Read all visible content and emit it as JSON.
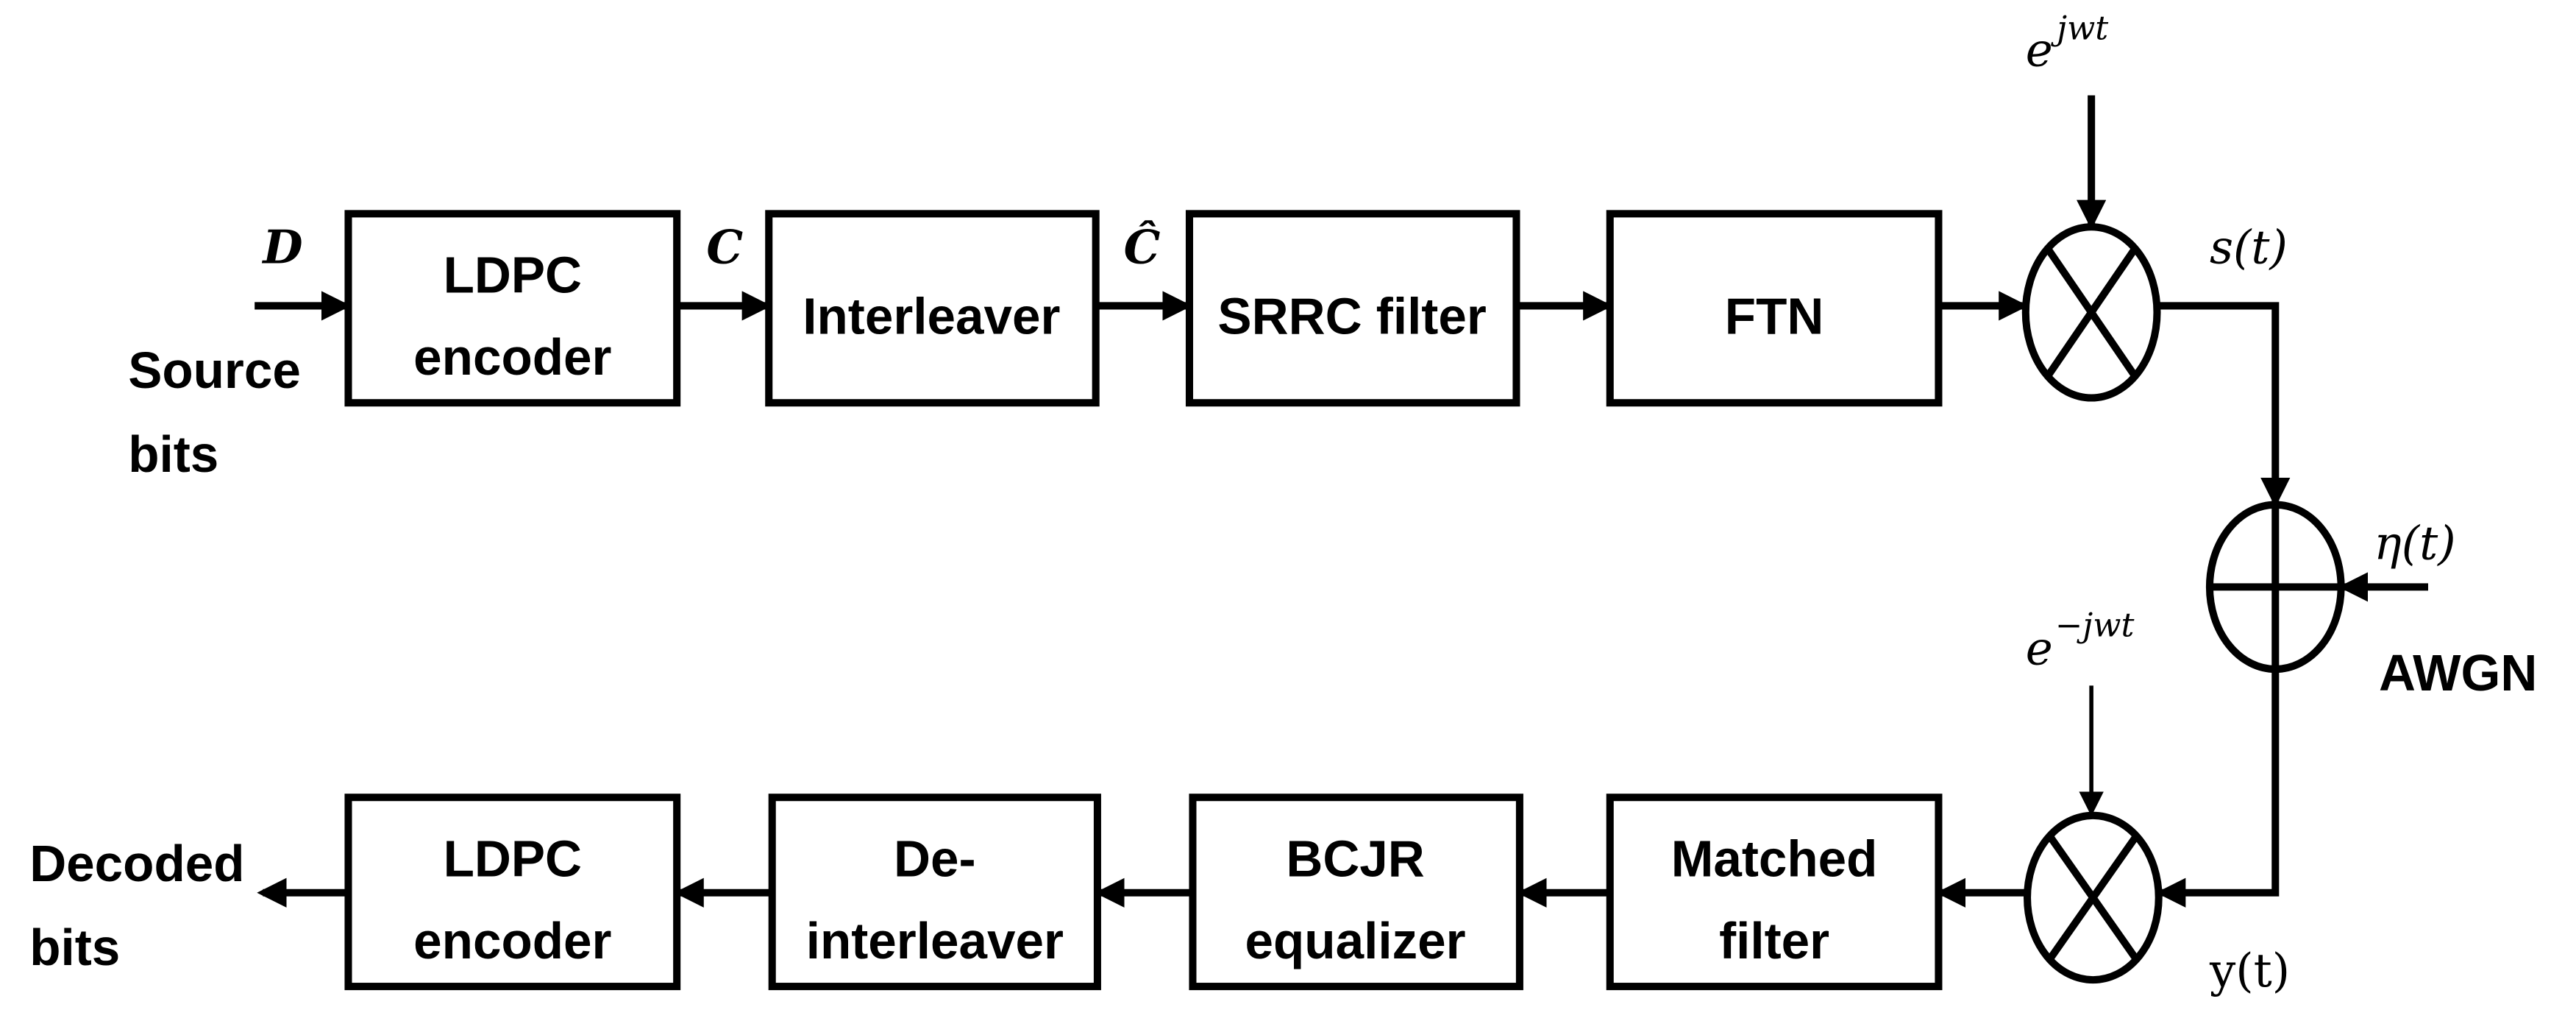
{
  "top_row": [
    {
      "lines": [
        "LDPC",
        "encoder"
      ]
    },
    {
      "lines": [
        "Interleaver"
      ]
    },
    {
      "lines": [
        "SRRC filter"
      ]
    },
    {
      "lines": [
        "FTN"
      ]
    }
  ],
  "bottom_row": [
    {
      "lines": [
        "LDPC",
        "encoder"
      ]
    },
    {
      "lines": [
        "De-",
        "interleaver"
      ]
    },
    {
      "lines": [
        "BCJR",
        "equalizer"
      ]
    },
    {
      "lines": [
        "Matched",
        "filter"
      ]
    }
  ],
  "labels": {
    "source": [
      "Source",
      "bits"
    ],
    "decoded": [
      "Decoded",
      "bits"
    ],
    "awgn": "AWGN",
    "D": "D",
    "C": "C",
    "C_hat": "Ĉ",
    "s_t": "s(t)",
    "y_t": "y(t)",
    "eta_t": "η(t)",
    "e_base": "e",
    "e_jwt_exp": "jwt",
    "e_neg_jwt_exp": "−jwt"
  }
}
